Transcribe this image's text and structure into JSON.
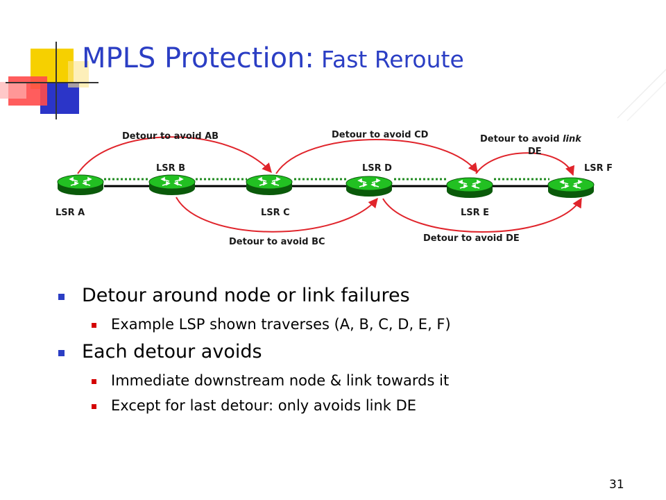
{
  "slide": {
    "title_main": "MPLS Protection:",
    "title_sub": "Fast Reroute",
    "page_number": "31"
  },
  "diagram": {
    "routers": [
      "LSR A",
      "LSR B",
      "LSR C",
      "LSR D",
      "LSR E",
      "LSR F"
    ],
    "detours": {
      "ab": "Detour to avoid AB",
      "bc": "Detour to avoid BC",
      "cd": "Detour to avoid CD",
      "de": "Detour to avoid DE",
      "link_de_prefix": "Detour to avoid ",
      "link_de_emph": "link",
      "link_de_line2": "DE"
    },
    "colors": {
      "router_fill": "#22c022",
      "router_base": "#0a5a0a",
      "detour": "#e0242b",
      "lsp": "#1f8a1f",
      "link": "#000000"
    }
  },
  "bullets": [
    {
      "text": "Detour around node or link failures",
      "sub": [
        "Example LSP shown traverses (A, B, C, D, E, F)"
      ]
    },
    {
      "text": "Each detour avoids",
      "sub": [
        "Immediate downstream node & link towards it",
        "Except for last detour: only avoids link DE"
      ]
    }
  ]
}
